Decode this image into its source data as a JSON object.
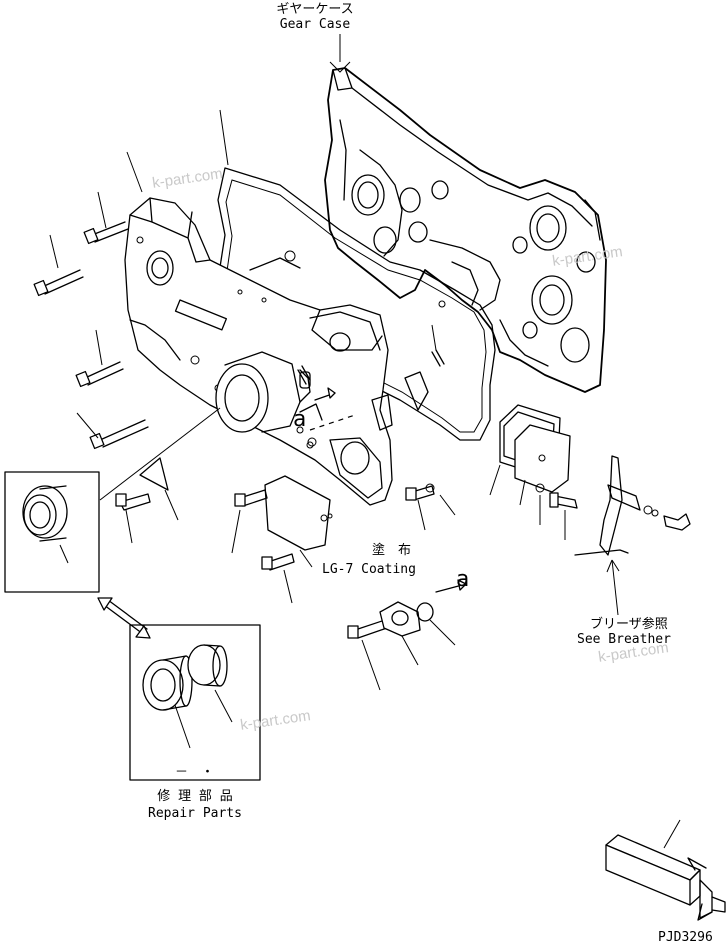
{
  "labels": {
    "gear_case_jp": "ギヤーケース",
    "gear_case_en": "Gear Case",
    "coating_jp": "塗　布",
    "coating_en": "LG-7 Coating",
    "breather_jp": "ブリーザ参照",
    "breather_en": "See    Breather",
    "repair_jp": "修 理 部 品",
    "repair_en": "Repair Parts",
    "repair_box_mark": "－　・",
    "marker_a_1": "a",
    "marker_a_2": "a",
    "drawing_id": "PJD3296"
  },
  "watermarks": [
    "k-part.com",
    "k-part.com",
    "k-part.com",
    "k-part.com"
  ]
}
